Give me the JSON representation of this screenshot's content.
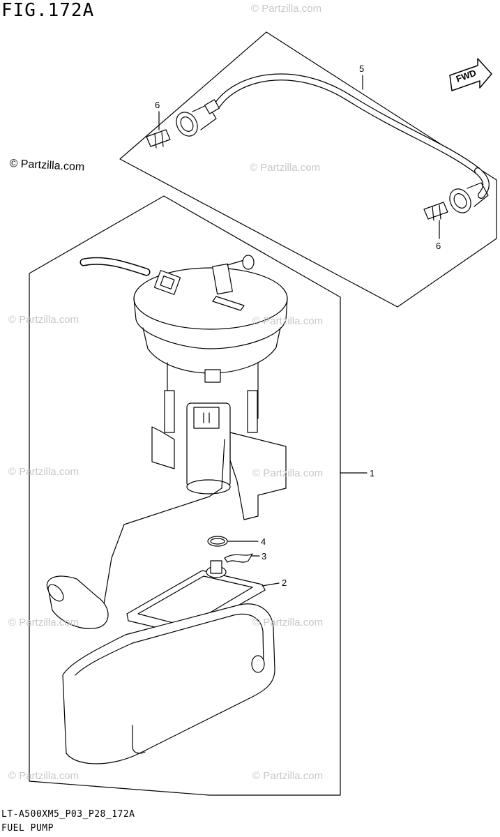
{
  "figure": {
    "title": "FIG.172A",
    "copyright": "© Partzilla.com",
    "code": "LT-A500XM5_P03_P28_172A",
    "caption": "FUEL PUMP",
    "fwd_label": "FWD"
  },
  "callouts": [
    "1",
    "2",
    "3",
    "4",
    "5",
    "6",
    "6"
  ],
  "watermark_text": "© Partzilla.com",
  "colors": {
    "line": "#000000",
    "watermark": "#c8c8c8"
  }
}
